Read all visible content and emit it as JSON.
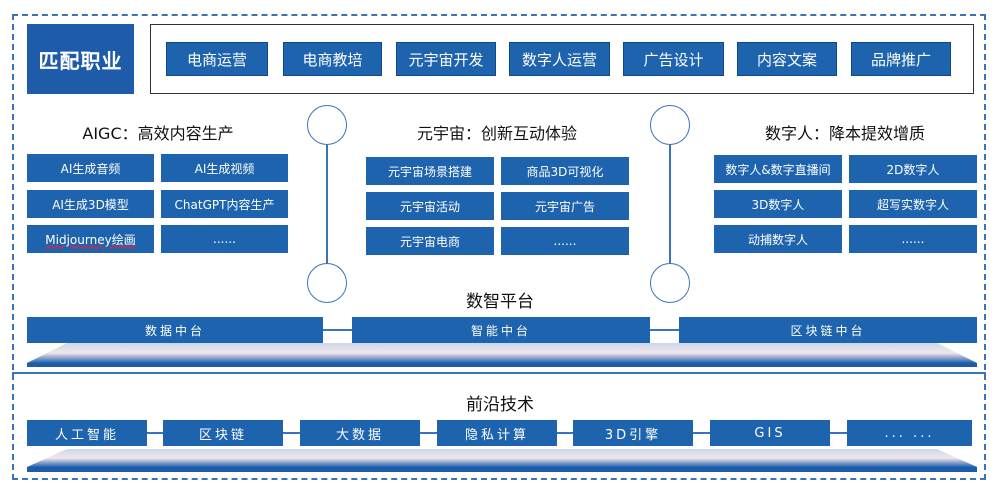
{
  "brand": "匹配职业",
  "top_services": [
    "电商运营",
    "电商教培",
    "元宇宙开发",
    "数字人运营",
    "广告设计",
    "内容文案",
    "品牌推广"
  ],
  "sections": [
    {
      "title": "AIGC：高效内容生产",
      "tags": [
        "AI生成音频",
        "AI生成视频",
        "AI生成3D模型",
        "ChatGPT内容生产",
        "Midjourney绘画",
        "......"
      ]
    },
    {
      "title": "元宇宙：创新互动体验",
      "tags": [
        "元宇宙场景搭建",
        "商品3D可视化",
        "元宇宙活动",
        "元宇宙广告",
        "元宇宙电商",
        "......"
      ]
    },
    {
      "title": "数字人：降本提效增质",
      "tags": [
        "数字人&数字直播间",
        "2D数字人",
        "3D数字人",
        "超写实数字人",
        "动捕数字人",
        "......"
      ]
    }
  ],
  "platform": {
    "title": "数智平台",
    "bars": [
      "数据中台",
      "智能中台",
      "区块链中台"
    ]
  },
  "tech": {
    "title": "前沿技术",
    "items": [
      "人工智能",
      "区块链",
      "大数据",
      "隐私计算",
      "3D引擎",
      "GIS",
      "... ..."
    ]
  },
  "colors": {
    "primary": "#1e63ad",
    "brand": "#1e5ba8",
    "line": "#3a74b5"
  }
}
